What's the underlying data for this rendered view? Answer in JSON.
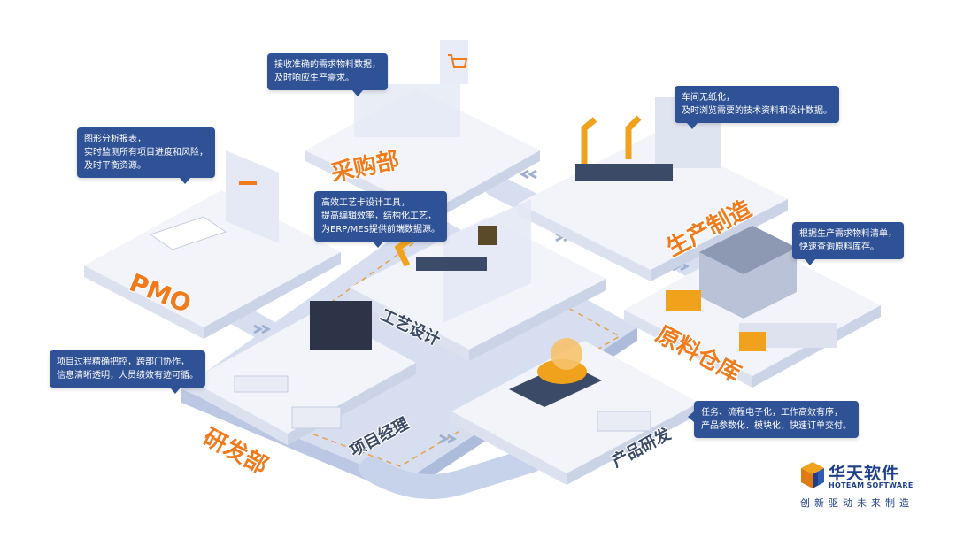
{
  "colors": {
    "accent_orange": "#f07b1c",
    "callout_blue": "#2f5196",
    "platform_top": "#f2f4fa",
    "platform_side": "#cbd3e7",
    "path_blue": "#c7d2eb",
    "logo_blue": "#1e3f8a"
  },
  "departments": {
    "purchasing": "采购部",
    "production": "生产制造",
    "pmo": "PMO",
    "process_design": "工艺设计",
    "warehouse": "原料仓库",
    "rd_dept": "研发部",
    "project_manager": "项目经理",
    "product_rd": "产品研发"
  },
  "callouts": {
    "purchasing": [
      "接收准确的需求物料数据，",
      "及时响应生产需求。"
    ],
    "production": [
      "车间无纸化，",
      "及时浏览需要的技术资料和设计数据。"
    ],
    "pmo": [
      "图形分析报表，",
      "实时监测所有项目进度和风险，",
      "及时平衡资源。"
    ],
    "process_design": [
      "高效工艺卡设计工具，",
      "提高编辑效率，结构化工艺，",
      "为ERP/MES提供前端数据源。"
    ],
    "warehouse": [
      "根据生产需求物料清单，",
      "快速查询原料库存。"
    ],
    "project_manager": [
      "项目过程精确把控，跨部门协作，",
      "信息清晰透明，人员绩效有迹可循。"
    ],
    "product_rd": [
      "任务、流程电子化，工作高效有序，",
      "产品参数化、模块化，快速订单交付。"
    ]
  },
  "logo": {
    "name": "华天软件",
    "english": "HOTEAM SOFTWARE",
    "slogan": "创新驱动未来制造",
    "icon": "hoteam-cube-logo-icon"
  }
}
